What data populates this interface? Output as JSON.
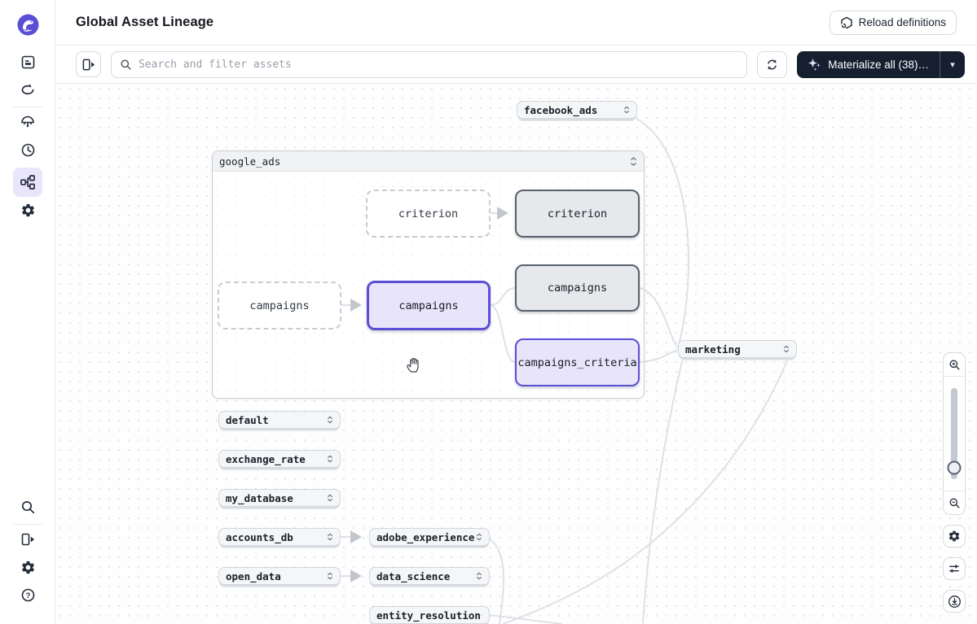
{
  "header": {
    "title": "Global Asset Lineage",
    "reload_button_label": "Reload definitions"
  },
  "toolbar": {
    "search_placeholder": "Search and filter assets",
    "materialize_label": "Materialize all (38)…",
    "materialize_count": 38,
    "dropdown_caret": "▾"
  },
  "sidebar": {
    "icons": [
      "dagster-logo",
      "overview",
      "runs",
      "automation",
      "schedules",
      "asset-lineage",
      "deployment",
      "search",
      "expand-panel",
      "settings",
      "help"
    ],
    "active_icon": "asset-lineage"
  },
  "graph": {
    "expanded_group": {
      "label": "google_ads",
      "nodes": [
        {
          "label": "criterion",
          "variant": "source"
        },
        {
          "label": "criterion",
          "variant": "materialized"
        },
        {
          "label": "campaigns",
          "variant": "source"
        },
        {
          "label": "campaigns",
          "variant": "selected"
        },
        {
          "label": "campaigns",
          "variant": "materialized"
        },
        {
          "label": "campaigns_criteria",
          "variant": "highlighted"
        }
      ]
    },
    "collapsed_groups": [
      {
        "label": "facebook_ads"
      },
      {
        "label": "marketing"
      },
      {
        "label": "default"
      },
      {
        "label": "exchange_rate"
      },
      {
        "label": "my_database"
      },
      {
        "label": "accounts_db"
      },
      {
        "label": "open_data"
      },
      {
        "label": "adobe_experience"
      },
      {
        "label": "data_science"
      },
      {
        "label": "entity_resolution"
      }
    ]
  },
  "colors": {
    "accent_purple": "#5b4fd8",
    "purple_fill": "#e8e4f9",
    "gray_fill": "#e6e8ec",
    "gray_border": "#59616e",
    "dark_button": "#151f30",
    "edge": "#dee1e6",
    "active_sidebar_bg": "#e9e5fb"
  }
}
